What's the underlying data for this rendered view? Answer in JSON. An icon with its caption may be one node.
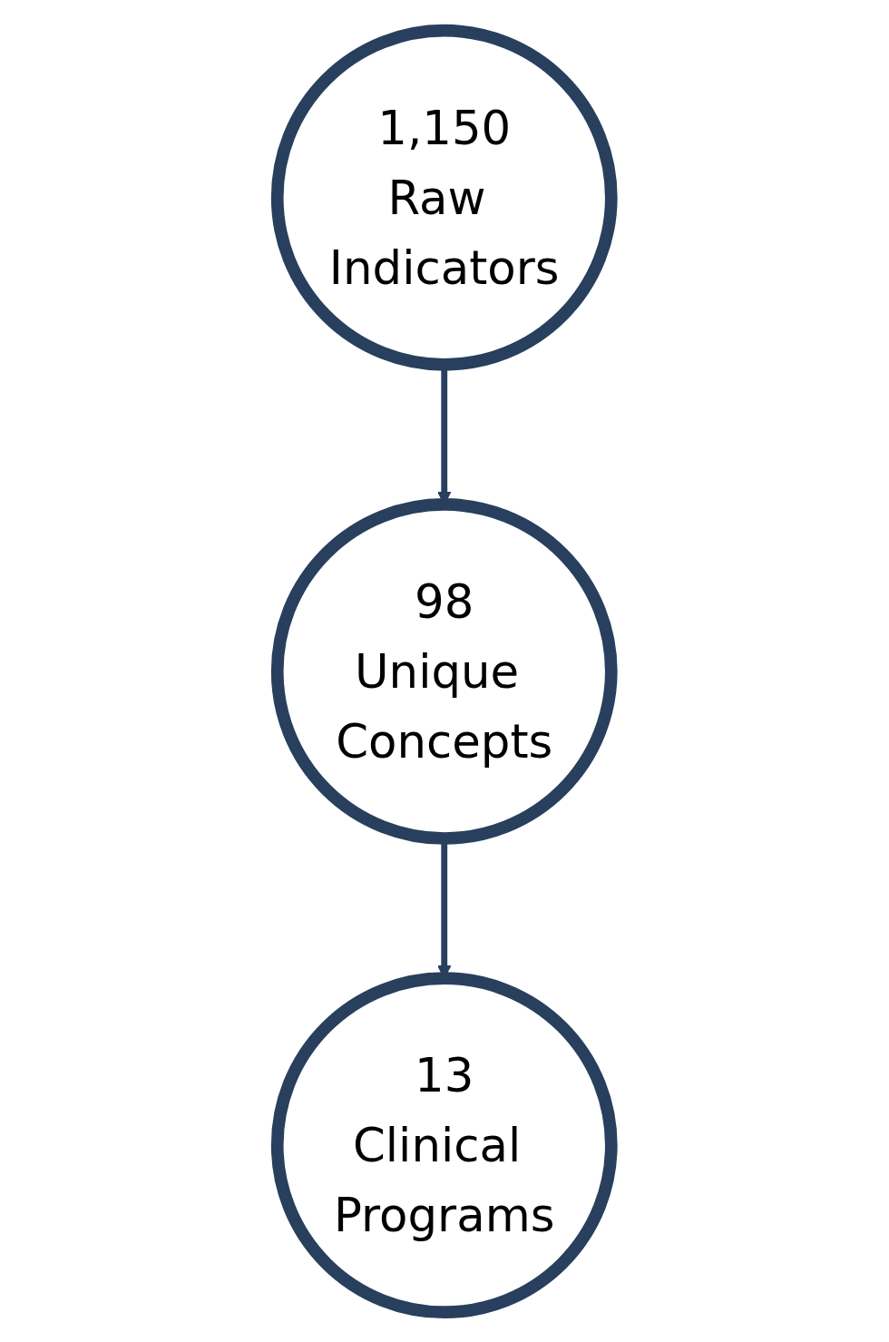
{
  "diagram": {
    "nodes": [
      {
        "text": [
          "1,150",
          "Raw Indicators"
        ]
      },
      {
        "text": [
          "98",
          "Unique Concepts"
        ]
      },
      {
        "text": [
          "13",
          "Clinical Programs"
        ]
      }
    ],
    "edges": [
      {
        "from": 0,
        "to": 1,
        "arrow": "to"
      },
      {
        "from": 1,
        "to": 2,
        "arrow": "to"
      }
    ]
  }
}
